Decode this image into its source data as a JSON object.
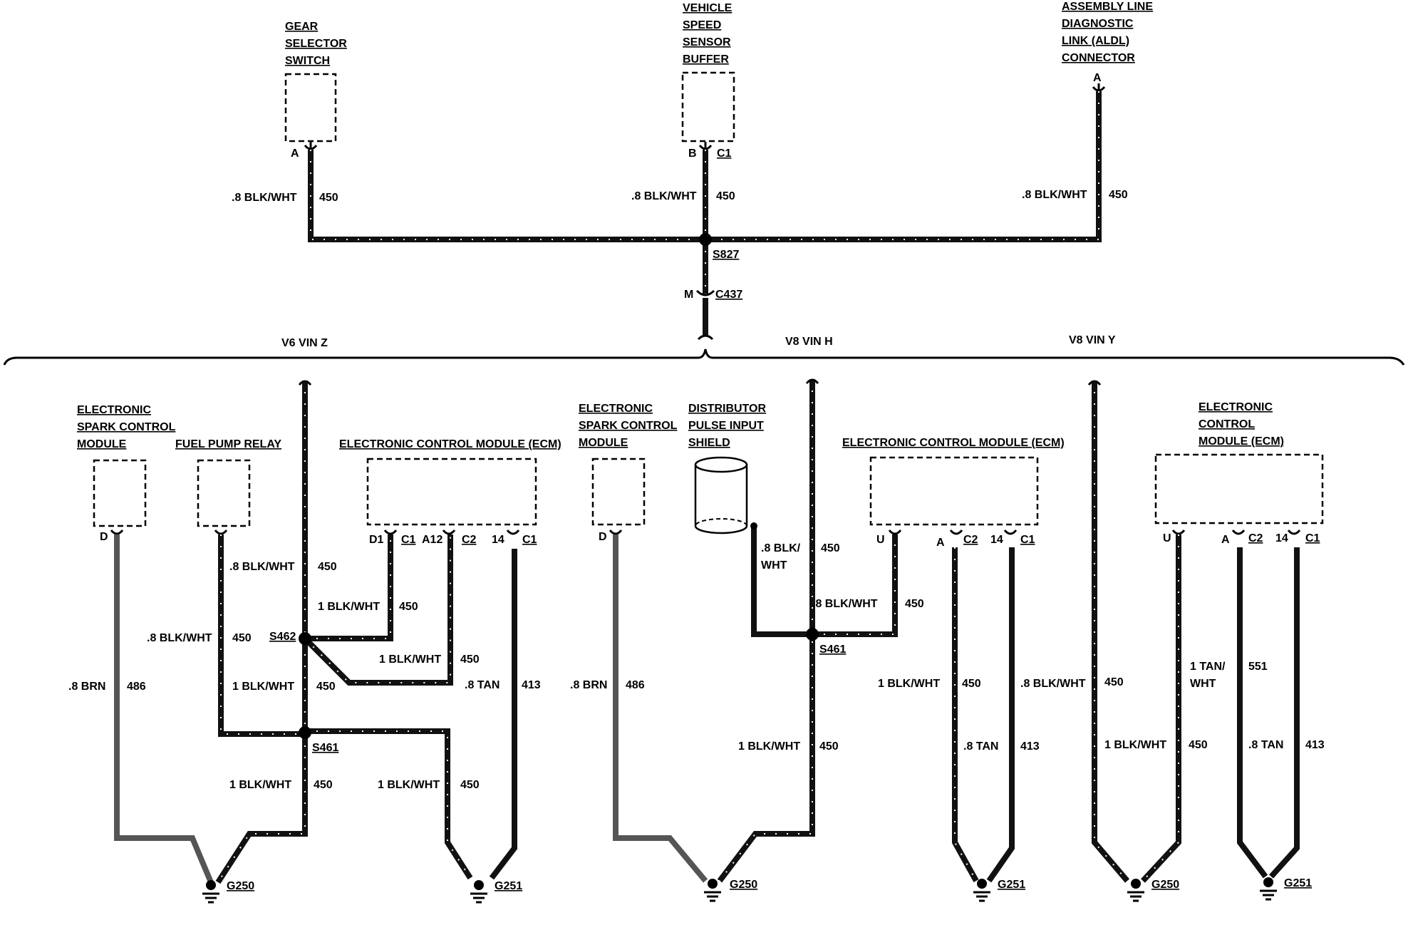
{
  "top": {
    "gear_selector": [
      "GEAR",
      "SELECTOR",
      "SWITCH"
    ],
    "gear_pin": "A",
    "vss_buffer": [
      "VEHICLE",
      "SPEED",
      "SENSOR",
      "BUFFER"
    ],
    "vss_pin": "B",
    "vss_conn": "C1",
    "aldl": [
      "ASSEMBLY LINE",
      "DIAGNOSTIC",
      "LINK (ALDL)",
      "CONNECTOR"
    ],
    "aldl_pin": "A",
    "wire_label": ".8 BLK/WHT",
    "circuit": "450",
    "splice": "S827",
    "connector_pin": "M",
    "connector": "C437"
  },
  "sections": {
    "v6_vin_z": "V6 VIN Z",
    "v8_vin_h": "V8 VIN H",
    "v8_vin_y": "V8 VIN Y"
  },
  "v6": {
    "escm": [
      "ELECTRONIC",
      "SPARK CONTROL",
      "MODULE"
    ],
    "escm_pin": "D",
    "fuel_pump_relay": "FUEL PUMP RELAY",
    "ecm": "ELECTRONIC CONTROL MODULE (ECM)",
    "ecm_pins": [
      "D1",
      "C1",
      "A12",
      "C2",
      "14",
      "C1"
    ],
    "brn_wire": ".8 BRN",
    "brn_circuit": "486",
    "w08": ".8 BLK/WHT",
    "w1": "1 BLK/WHT",
    "c450": "450",
    "tan_wire": ".8 TAN",
    "tan_circuit": "413",
    "splice_a": "S462",
    "splice_b": "S461",
    "ground_a": "G250",
    "ground_b": "G251"
  },
  "v8h": {
    "escm": [
      "ELECTRONIC",
      "SPARK CONTROL",
      "MODULE"
    ],
    "escm_pin": "D",
    "dist": [
      "DISTRIBUTOR",
      "PULSE INPUT",
      "SHIELD"
    ],
    "ecm": "ELECTRONIC CONTROL MODULE (ECM)",
    "ecm_pins": [
      "U",
      "A",
      "C2",
      "14",
      "C1"
    ],
    "brn_wire": ".8 BRN",
    "brn_circuit": "486",
    "shield_wire": [
      ".8 BLK/",
      "WHT"
    ],
    "w08": ".8 BLK/WHT",
    "w1": "1 BLK/WHT",
    "c450": "450",
    "tan_wire": ".8 TAN",
    "tan_circuit": "413",
    "splice": "S461",
    "ground_a": "G250",
    "ground_b": "G251"
  },
  "v8y": {
    "ecm": [
      "ELECTRONIC",
      "CONTROL",
      "MODULE (ECM)"
    ],
    "ecm_pins": [
      "U",
      "A",
      "C2",
      "14",
      "C1"
    ],
    "w1": "1 BLK/WHT",
    "c450": "450",
    "tan_wht": [
      "1 TAN/",
      "WHT"
    ],
    "tan_wht_circuit": "551",
    "tan_wire": ".8 TAN",
    "tan_circuit": "413",
    "ground_a": "G250",
    "ground_b": "G251"
  }
}
